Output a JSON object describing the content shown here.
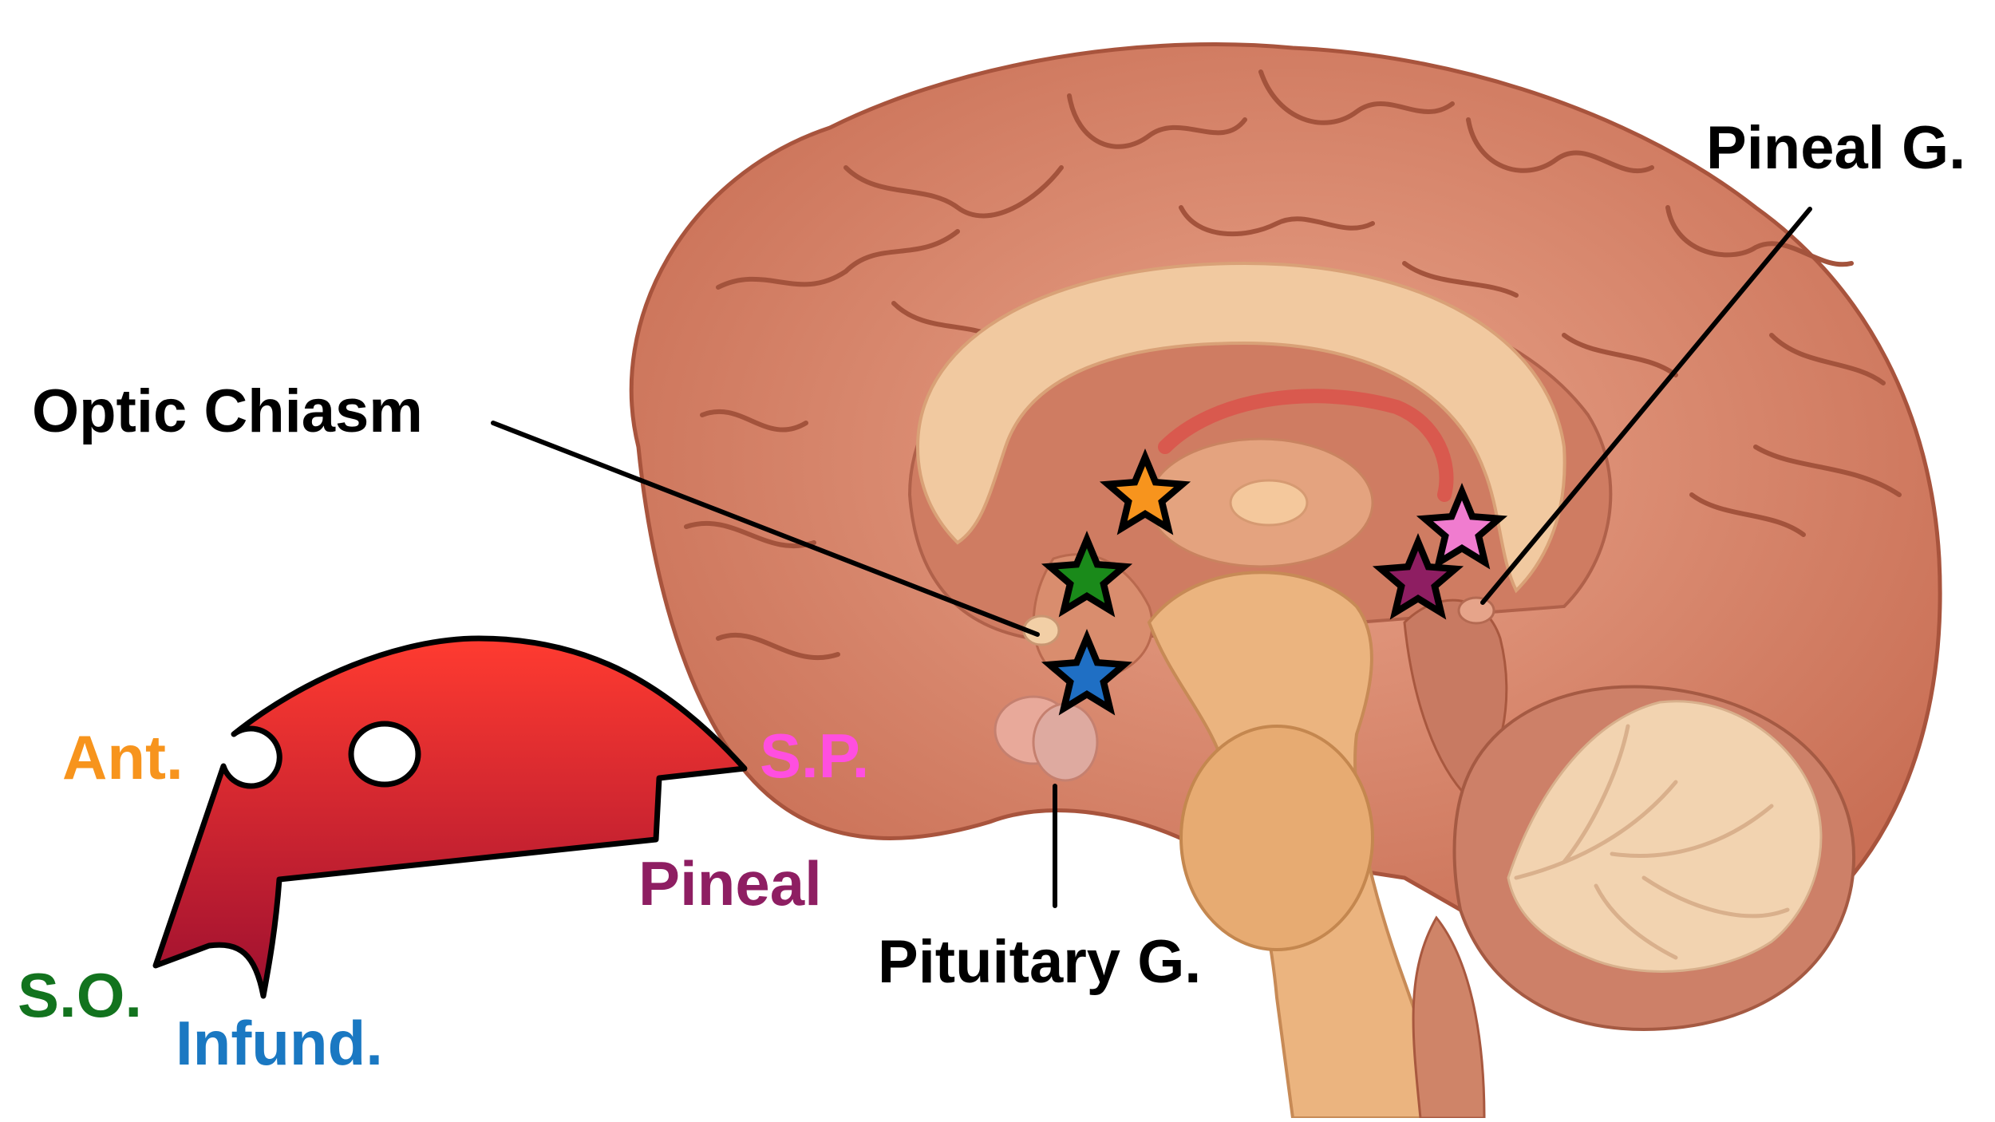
{
  "structure_labels": {
    "optic_chiasm": "Optic Chiasm",
    "pineal_gland": "Pineal G.",
    "pituitary_gland": "Pituitary G."
  },
  "ventricle_labels": {
    "anterior": {
      "text": "Ant.",
      "color": "#f7941d"
    },
    "suprapineal": {
      "text": "S.P.",
      "color": "#ff4fe0"
    },
    "pineal": {
      "text": "Pineal",
      "color": "#8e1e62"
    },
    "supraoptic": {
      "text": "S.O.",
      "color": "#12731e"
    },
    "infundibular": {
      "text": "Infund.",
      "color": "#1a78c2"
    }
  },
  "stars": [
    {
      "id": "anterior",
      "color": "#f7941d"
    },
    {
      "id": "supraoptic",
      "color": "#1a8a1a"
    },
    {
      "id": "infundibular",
      "color": "#1f6fc4"
    },
    {
      "id": "suprapineal",
      "color": "#f07ccf"
    },
    {
      "id": "pineal",
      "color": "#8e1e62"
    }
  ],
  "colors": {
    "ventricle_top": "#ff3b30",
    "ventricle_bottom": "#9e1030",
    "brain_cortex": "#d98266",
    "brain_fold": "#e8a58a",
    "corpus_callosum": "#f1c9a0",
    "cerebellum": "#f2d3b0"
  }
}
